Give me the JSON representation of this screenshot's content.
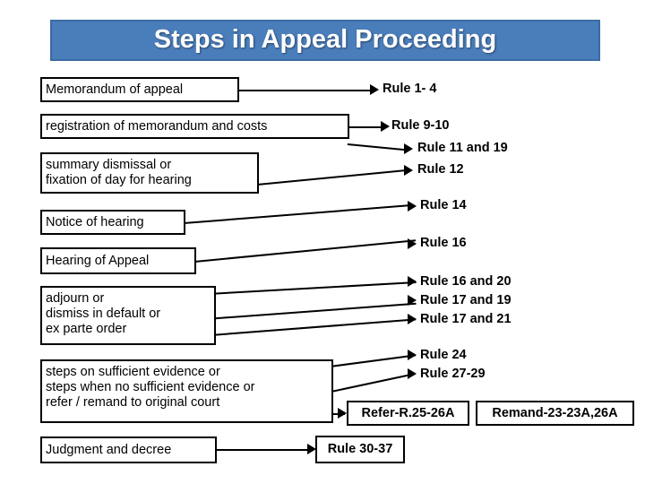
{
  "title": "Steps in Appeal Proceeding",
  "colors": {
    "banner_fill": "#4a7ebb",
    "banner_border": "#3b6ba5",
    "title_text": "#ffffff",
    "box_border": "#000000",
    "box_fill": "#ffffff",
    "text": "#000000"
  },
  "steps": [
    {
      "id": "memorandum-of-appeal",
      "label": "Memorandum of appeal"
    },
    {
      "id": "registration-of-memorandum-and-costs",
      "label": "registration of memorandum and costs"
    },
    {
      "id": "summary-dismissal",
      "line1": "summary dismissal or",
      "line2": " fixation of day for hearing"
    },
    {
      "id": "notice-of-hearing",
      "label": "Notice of hearing"
    },
    {
      "id": "hearing-of-appeal",
      "label": "Hearing of Appeal"
    },
    {
      "id": "adjourn-or-dismiss",
      "line1": "adjourn or",
      "line2": "dismiss in default or",
      "line3": "ex parte order"
    },
    {
      "id": "steps-on-evidence",
      "line1": "steps on sufficient evidence or",
      "line2": "steps when no sufficient evidence or",
      "line3": "refer / remand to original court"
    },
    {
      "id": "judgment-and-decree",
      "label": "Judgment and decree"
    }
  ],
  "rules": [
    {
      "id": "rule-1-4",
      "label": "Rule  1- 4"
    },
    {
      "id": "rule-9-10",
      "label": "Rule 9-10"
    },
    {
      "id": "rule-11-and-19",
      "label": "Rule 11 and 19"
    },
    {
      "id": "rule-12",
      "label": "Rule 12"
    },
    {
      "id": "rule-14",
      "label": "Rule 14"
    },
    {
      "id": "rule-16",
      "label": "Rule 16"
    },
    {
      "id": "rule-16-and-20",
      "label": "Rule 16 and 20"
    },
    {
      "id": "rule-17-and-19",
      "label": "Rule 17 and 19"
    },
    {
      "id": "rule-17-and-21",
      "label": "Rule 17 and 21"
    },
    {
      "id": "rule-24",
      "label": "Rule 24"
    },
    {
      "id": "rule-27-29",
      "label": "Rule 27-29"
    }
  ],
  "boxed_rules": [
    {
      "id": "refer-r-25-26a",
      "label": "Refer-R.25-26A"
    },
    {
      "id": "remand-23-23a-26a",
      "label": "Remand-23-23A,26A"
    },
    {
      "id": "rule-30-37",
      "label": "Rule 30-37"
    }
  ]
}
